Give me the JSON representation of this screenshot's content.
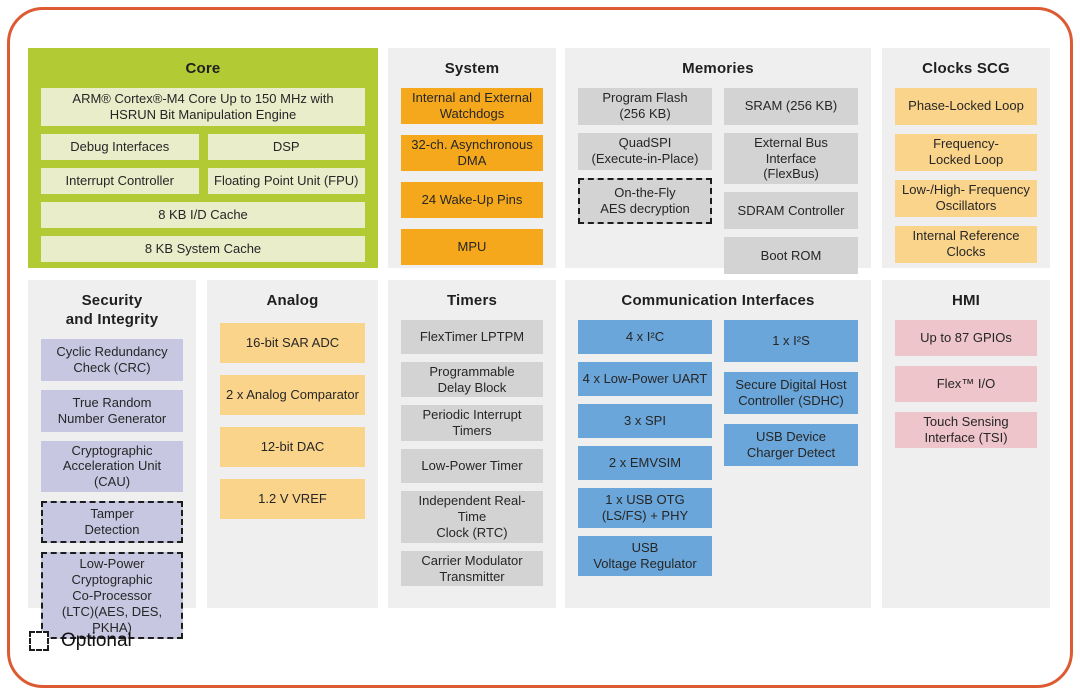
{
  "diagram": {
    "legend": {
      "label": "Optional"
    },
    "palette": {
      "outer_border": "#dc5b33",
      "section_background": "#efeff0",
      "core_background": "#b2cb34",
      "core_block": "#e9edca",
      "system_orange": "#f6a81c",
      "clock_analog_orange": "#fbd48b",
      "memory_timer_gray": "#d3d3d4",
      "security_purple": "#c7c7e2",
      "comm_blue": "#6aa6da",
      "hmi_pink": "#eec5cb"
    },
    "sections": {
      "core": {
        "title": "Core",
        "blocks": {
          "arm": "ARM® Cortex®-M4 Core Up to 150 MHz with\nHSRUN Bit Manipulation Engine",
          "debug": "Debug Interfaces",
          "dsp": "DSP",
          "interrupt": "Interrupt Controller",
          "fpu": "Floating Point Unit (FPU)",
          "id_cache": "8 KB I/D Cache",
          "system_cache": "8 KB System Cache"
        }
      },
      "system": {
        "title": "System",
        "blocks": {
          "watchdogs": "Internal and External\nWatchdogs",
          "dma": "32-ch. Asynchronous\nDMA",
          "wakeup": "24 Wake-Up Pins",
          "mpu": "MPU"
        }
      },
      "memories": {
        "title": "Memories",
        "blocks": {
          "flash": "Program Flash\n(256 KB)",
          "quadspi": "QuadSPI\n(Execute-in-Place)",
          "aes": "On-the-Fly\nAES decryption",
          "sram": "SRAM (256 KB)",
          "flexbus": "External Bus Interface\n(FlexBus)",
          "sdram": "SDRAM Controller",
          "bootrom": "Boot ROM"
        }
      },
      "clocks": {
        "title": "Clocks SCG",
        "blocks": {
          "pll": "Phase-Locked Loop",
          "fll": "Frequency-\nLocked Loop",
          "osc": "Low-/High- Frequency\nOscillators",
          "irc": "Internal Reference\nClocks"
        }
      },
      "security": {
        "title": "Security\nand Integrity",
        "blocks": {
          "crc": "Cyclic Redundancy\nCheck (CRC)",
          "trng": "True Random\nNumber Generator",
          "cau": "Cryptographic\nAcceleration Unit (CAU)",
          "tamper": "Tamper\nDetection",
          "ltc": "Low-Power Cryptographic\nCo-Processor\n(LTC)(AES, DES, PKHA)"
        }
      },
      "analog": {
        "title": "Analog",
        "blocks": {
          "adc": "16-bit SAR ADC",
          "comparator": "2 x Analog Comparator",
          "dac": "12-bit DAC",
          "vref": "1.2 V VREF"
        }
      },
      "timers": {
        "title": "Timers",
        "blocks": {
          "flextimer": "FlexTimer LPTPM",
          "pdb": "Programmable\nDelay Block",
          "pit": "Periodic Interrupt\nTimers",
          "lptmr": "Low-Power Timer",
          "rtc": "Independent Real-Time\nClock (RTC)",
          "cmt": "Carrier Modulator\nTransmitter"
        }
      },
      "comm": {
        "title": "Communication  Interfaces",
        "blocks": {
          "i2c": "4 x I²C",
          "lpuart": "4 x Low-Power UART",
          "spi": "3 x SPI",
          "emvsim": "2 x EMVSIM",
          "usb_otg": "1 x USB OTG\n(LS/FS) + PHY",
          "usb_reg": "USB\nVoltage Regulator",
          "i2s": "1 x I²S",
          "sdhc": "Secure Digital Host\nController (SDHC)",
          "usb_dcd": "USB Device\nCharger Detect"
        }
      },
      "hmi": {
        "title": "HMI",
        "blocks": {
          "gpio": "Up to 87 GPIOs",
          "flexio": "Flex™ I/O",
          "tsi": "Touch Sensing\nInterface (TSI)"
        }
      }
    }
  }
}
